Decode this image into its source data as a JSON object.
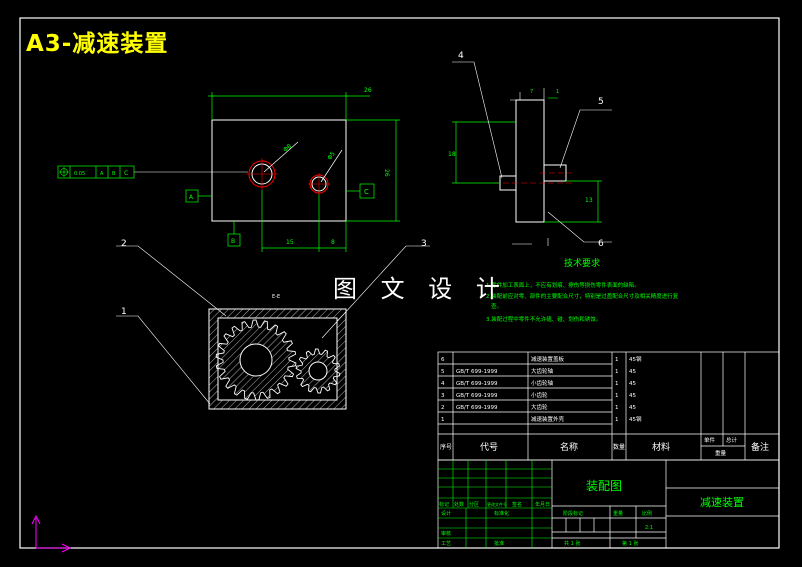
{
  "title": "A3-减速装置",
  "watermark": "图 文 设 计",
  "section_label": "E-E",
  "tech": {
    "heading": "技术要求",
    "lines": [
      "1.零件加工表面上，不应有划痕、擦伤等损伤零件表面的缺陷。",
      "2.装配前应对零、部件的主要配合尺寸，特别是过盈配合尺寸及相关精度进行复",
      "查。",
      "3.装配过程中零件不允许磕、碰、划伤和锈蚀。"
    ]
  },
  "callouts": [
    "1",
    "2",
    "3",
    "4",
    "5",
    "6"
  ],
  "dims": {
    "top": "26",
    "right": "26",
    "left_bottom": "15",
    "mid_bottom": "8",
    "side_top": "7",
    "side_top2": "1",
    "side_left": "18",
    "side_right": "13",
    "hole1": "Φ8",
    "hole2": "Φ5",
    "fcf_tol": "0.05",
    "fcf_a": "A",
    "fcf_b": "B",
    "fcf_c": "C",
    "datum_a": "A",
    "datum_b": "B",
    "datum_c": "C"
  },
  "bom": {
    "rows": [
      {
        "no": "6",
        "code": "",
        "name": "减速装置盖板",
        "qty": "1",
        "mat": "45钢"
      },
      {
        "no": "5",
        "code": "GB/T 699-1999",
        "name": "大齿轮轴",
        "qty": "1",
        "mat": "45"
      },
      {
        "no": "4",
        "code": "GB/T 699-1999",
        "name": "小齿轮轴",
        "qty": "1",
        "mat": "45"
      },
      {
        "no": "3",
        "code": "GB/T 699-1999",
        "name": "小齿轮",
        "qty": "1",
        "mat": "45"
      },
      {
        "no": "2",
        "code": "GB/T 699-1999",
        "name": "大齿轮",
        "qty": "1",
        "mat": "45"
      },
      {
        "no": "1",
        "code": "",
        "name": "减速装置外壳",
        "qty": "1",
        "mat": "45钢"
      }
    ],
    "header": {
      "no": "序号",
      "code": "代号",
      "name": "名称",
      "qty": "数量",
      "mat": "材料",
      "single": "单件",
      "total": "总计",
      "weight": "重量",
      "remark": "备注"
    }
  },
  "title_block": {
    "drawing": "装配图",
    "name": "减速装置",
    "rev_cols": [
      "标记",
      "处数",
      "分区",
      "更改文件号",
      "签名",
      "年月日"
    ],
    "design": "设计",
    "std": "标准化",
    "check": "审核",
    "craft": "工艺",
    "approve": "批准",
    "stage": "阶段标记",
    "weight": "重量",
    "scale": "比例",
    "scale_val": "2:1",
    "sheet": "共 1 张",
    "sheet2": "第 1 张"
  },
  "colors": {
    "frame": "#ffffff",
    "green": "#00ff00",
    "red": "#ff0000",
    "yellow": "#ffff00",
    "magenta": "#ff00ff",
    "cyan": "#00ffff"
  }
}
